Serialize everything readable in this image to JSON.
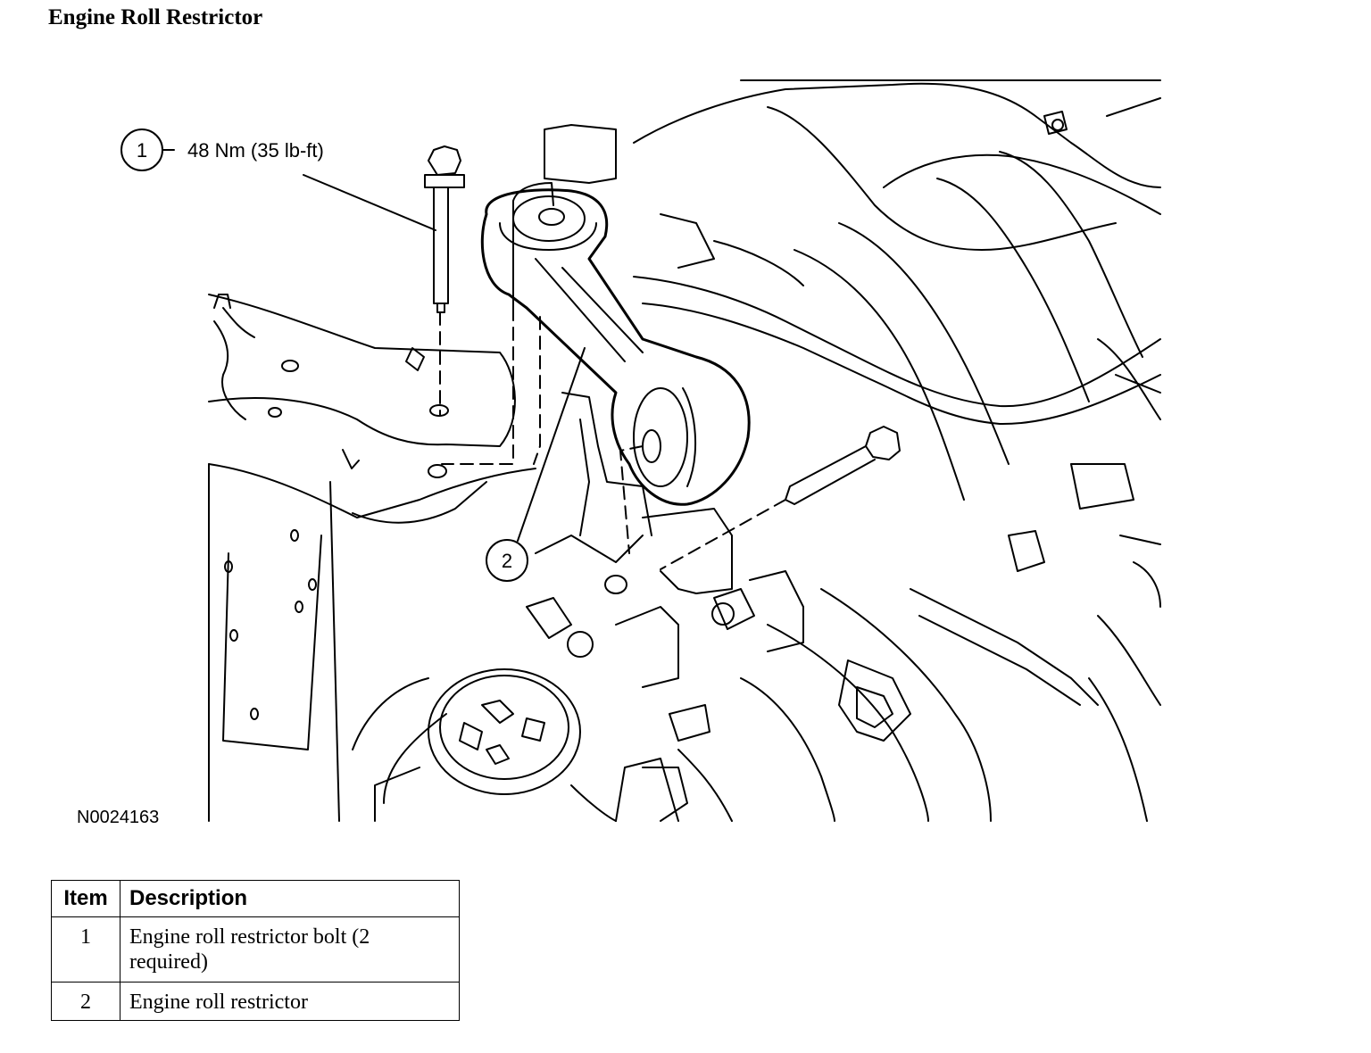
{
  "title": "Engine Roll Restrictor",
  "callouts": [
    {
      "number": "1",
      "spec": "48 Nm (35 lb-ft)"
    },
    {
      "number": "2",
      "spec": ""
    }
  ],
  "figure_id": "N0024163",
  "legend": {
    "headers": {
      "item": "Item",
      "description": "Description"
    },
    "rows": [
      {
        "item": "1",
        "description": "Engine roll restrictor bolt (2 required)"
      },
      {
        "item": "2",
        "description": "Engine roll restrictor"
      }
    ]
  }
}
